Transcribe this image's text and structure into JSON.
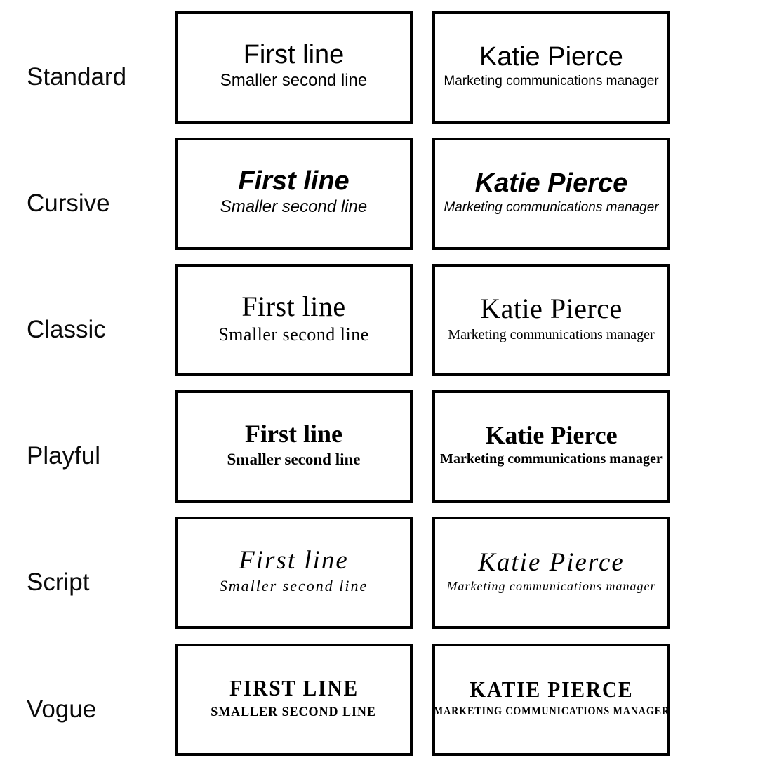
{
  "page": {
    "background": "#ffffff",
    "card_border_color": "#000000",
    "text_color": "#000000"
  },
  "rows": [
    {
      "label": "Standard",
      "sample": {
        "line1": "First line",
        "line2": "Smaller second line"
      },
      "name": {
        "line1": "Katie Pierce",
        "line2": "Marketing communications manager"
      }
    },
    {
      "label": "Cursive",
      "sample": {
        "line1": "First line",
        "line2": "Smaller second line"
      },
      "name": {
        "line1": "Katie Pierce",
        "line2": "Marketing communications manager"
      }
    },
    {
      "label": "Classic",
      "sample": {
        "line1": "First line",
        "line2": "Smaller second line"
      },
      "name": {
        "line1": "Katie Pierce",
        "line2": "Marketing communications manager"
      }
    },
    {
      "label": "Playful",
      "sample": {
        "line1": "First line",
        "line2": "Smaller second line"
      },
      "name": {
        "line1": "Katie Pierce",
        "line2": "Marketing communications manager"
      }
    },
    {
      "label": "Script",
      "sample": {
        "line1": "First line",
        "line2": "Smaller second line"
      },
      "name": {
        "line1": "Katie Pierce",
        "line2": "Marketing communications manager"
      }
    },
    {
      "label": "Vogue",
      "sample": {
        "line1": "FIRST LINE",
        "line2": "SMALLER SECOND LINE"
      },
      "name": {
        "line1": "KATIE PIERCE",
        "line2": "MARKETING COMMUNICATIONS MANAGER"
      }
    }
  ]
}
